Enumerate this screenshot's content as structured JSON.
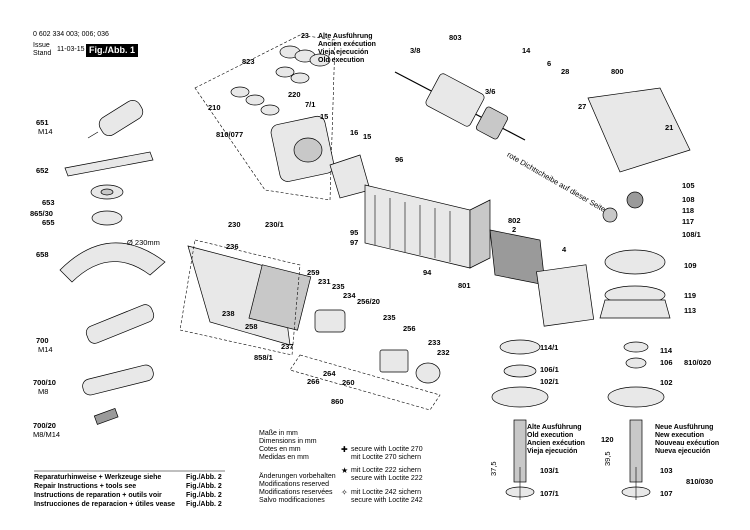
{
  "header": {
    "doc_numbers": "0 602 334 003; 006; 036",
    "issue_label": "Issue",
    "stand_label": "Stand",
    "issue_date": "11-03-15",
    "figure_label": "Fig./Abb. 1"
  },
  "old_version_note": {
    "code": "23",
    "lines": [
      "Alte Ausführung",
      "Ancien exécution",
      "Vieja ejecución",
      "Old execution"
    ]
  },
  "dimensions_note": [
    "Maße in mm",
    "Dimensions in mm",
    "Cotes en mm",
    "Medidas en mm"
  ],
  "changes_note": [
    "Änderungen vorbehalten",
    "Modifications reserved",
    "Modifications reservées",
    "Salvo modificaciones"
  ],
  "loctite_notes": [
    {
      "symbol": "✚",
      "lines": [
        "secure with Loctite 270",
        "mit Loctite 270 sichern"
      ]
    },
    {
      "symbol": "★",
      "lines": [
        "mit Loctite 222 sichern",
        "secure with Loctite 222"
      ]
    },
    {
      "symbol": "✧",
      "lines": [
        "mit Loctite 242 sichern",
        "secure with Loctite 242"
      ]
    }
  ],
  "repair_refs": [
    {
      "text": "Reparaturhinweise + Werkzeuge siehe",
      "fig": "Fig./Abb. 2"
    },
    {
      "text": "Repair Instructions + tools see",
      "fig": "Fig./Abb. 2"
    },
    {
      "text": "Instructions de reparation + outils voir",
      "fig": "Fig./Abb. 2"
    },
    {
      "text": "Instrucciones de reparacion + útiles vease",
      "fig": "Fig./Abb. 2"
    }
  ],
  "old_execution_box": {
    "lines": [
      "Alte Ausführung",
      "Old execution",
      "Ancien exécution",
      "Vieja ejecución"
    ]
  },
  "new_execution_box": {
    "lines": [
      "Neue Ausführung",
      "New execution",
      "Nouveau exécution",
      "Nueva ejecución"
    ]
  },
  "side_note": "rote Dichtscheibe auf dieser Seite",
  "diameter_note": "Ø 230mm",
  "labels": {
    "p651": "651",
    "m14a": "M14",
    "p652": "652",
    "p653": "653",
    "p86530": "865/30",
    "p655": "655",
    "p658": "658",
    "p700": "700",
    "m14b": "M14",
    "p70010": "700/10",
    "m8": "M8",
    "p70020": "700/20",
    "m8m14": "M8/M14",
    "p823": "823",
    "p210": "210",
    "p810077": "810/077",
    "p220": "220",
    "p71": "7/1",
    "p15a": "15",
    "p16": "16",
    "p15b": "15",
    "p38": "3/8",
    "p803": "803",
    "p36": "3/6",
    "p14": "14",
    "p6": "6",
    "p28": "28",
    "p27": "27",
    "p800": "800",
    "p21": "21",
    "p105": "105",
    "p108": "108",
    "p118": "118",
    "p117": "117",
    "p1081": "108/1",
    "p109": "109",
    "p119": "119",
    "p113": "113",
    "p114": "114",
    "p106": "106",
    "p810020": "810/020",
    "p102": "102",
    "p120": "120",
    "p103": "103",
    "p107": "107",
    "p810030": "810/030",
    "d395": "39,5",
    "d375": "37,5",
    "p96": "96",
    "p802": "802",
    "p2": "2",
    "p95": "95",
    "p97": "97",
    "p94": "94",
    "p801": "801",
    "p4": "4",
    "p2301": "230/1",
    "p230": "230",
    "p236": "236",
    "p259": "259",
    "p231": "231",
    "p235a": "235",
    "p234": "234",
    "p25620": "256/20",
    "p238": "238",
    "p258": "258",
    "p237": "237",
    "p8581": "858/1",
    "p235b": "235",
    "p256": "256",
    "p233": "233",
    "p232": "232",
    "p266": "266",
    "p264": "264",
    "p260": "260",
    "p860": "860",
    "p1141": "114/1",
    "p1061": "106/1",
    "p1021": "102/1",
    "p1031": "103/1",
    "p1071": "107/1"
  }
}
